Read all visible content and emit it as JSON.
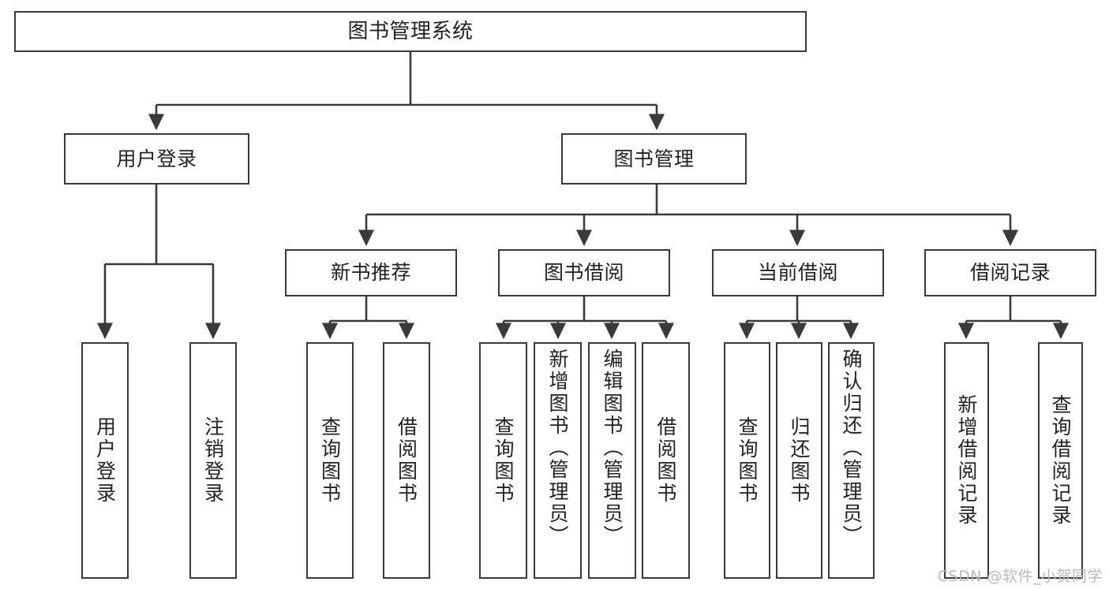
{
  "diagram": {
    "title": "图书管理系统",
    "watermark": "CSDN @软件_小贺同学",
    "line_color": "#3a3a3a",
    "box_fill": "#ffffff",
    "text_color": "#222222",
    "watermark_color": "#b9b9b9"
  },
  "nodes": {
    "root": {
      "label": "图书管理系统",
      "level": 1,
      "orientation": "horizontal"
    },
    "l2": [
      {
        "id": "user-login",
        "label": "用户登录",
        "level": 2,
        "orientation": "horizontal"
      },
      {
        "id": "book-management",
        "label": "图书管理",
        "level": 2,
        "orientation": "horizontal"
      }
    ],
    "l3": [
      {
        "id": "new-book-recommend",
        "label": "新书推荐",
        "level": 3,
        "orientation": "horizontal",
        "parent": "book-management"
      },
      {
        "id": "book-borrow",
        "label": "图书借阅",
        "level": 3,
        "orientation": "horizontal",
        "parent": "book-management"
      },
      {
        "id": "current-borrow",
        "label": "当前借阅",
        "level": 3,
        "orientation": "horizontal",
        "parent": "book-management"
      },
      {
        "id": "borrow-record",
        "label": "借阅记录",
        "level": 3,
        "orientation": "horizontal",
        "parent": "book-management"
      }
    ],
    "leaves": [
      {
        "id": "leaf-user-login",
        "label": "用户登录",
        "parent": "user-login",
        "orientation": "vertical"
      },
      {
        "id": "leaf-logout",
        "label": "注销登录",
        "parent": "user-login",
        "orientation": "vertical"
      },
      {
        "id": "leaf-query-book-1",
        "label": "查询图书",
        "parent": "new-book-recommend",
        "orientation": "vertical"
      },
      {
        "id": "leaf-borrow-book-1",
        "label": "借阅图书",
        "parent": "new-book-recommend",
        "orientation": "vertical"
      },
      {
        "id": "leaf-query-book-2",
        "label": "查询图书",
        "parent": "book-borrow",
        "orientation": "vertical"
      },
      {
        "id": "leaf-add-book",
        "label": "新增图书（管理员）",
        "parent": "book-borrow",
        "orientation": "vertical"
      },
      {
        "id": "leaf-edit-book",
        "label": "编辑图书（管理员）",
        "parent": "book-borrow",
        "orientation": "vertical"
      },
      {
        "id": "leaf-borrow-book-2",
        "label": "借阅图书",
        "parent": "book-borrow",
        "orientation": "vertical"
      },
      {
        "id": "leaf-query-book-3",
        "label": "查询图书",
        "parent": "current-borrow",
        "orientation": "vertical"
      },
      {
        "id": "leaf-return-book",
        "label": "归还图书",
        "parent": "current-borrow",
        "orientation": "vertical"
      },
      {
        "id": "leaf-confirm-return",
        "label": "确认归还（管理员）",
        "parent": "current-borrow",
        "orientation": "vertical"
      },
      {
        "id": "leaf-add-record",
        "label": "新增借阅记录",
        "parent": "borrow-record",
        "orientation": "vertical"
      },
      {
        "id": "leaf-query-record",
        "label": "查询借阅记录",
        "parent": "borrow-record",
        "orientation": "vertical"
      }
    ]
  }
}
